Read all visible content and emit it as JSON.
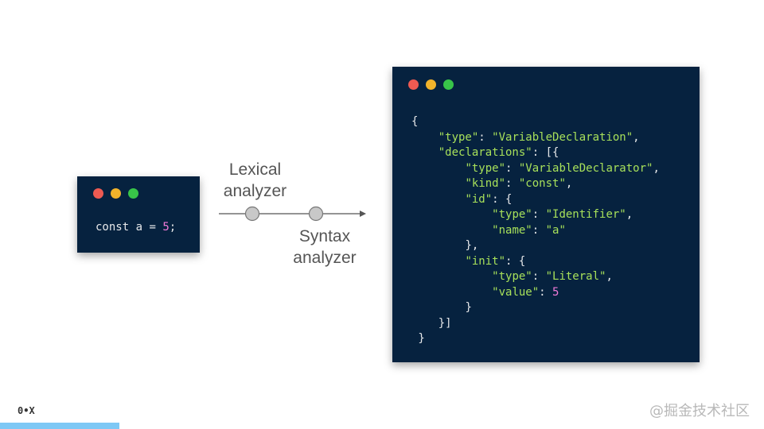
{
  "colors": {
    "window_bg": "#06223f",
    "dot_red": "#ed5a52",
    "dot_yellow": "#f1b32b",
    "dot_green": "#38c449",
    "code_default": "#e6e8ea",
    "code_keyword": "#e6e8ea",
    "code_number": "#f27ad9",
    "json_key": "#a7e05a",
    "json_string": "#a7e05a",
    "json_punct": "#e6e8ea",
    "arrow": "#555555",
    "node_fill": "#c8c8c8",
    "node_stroke": "#777777",
    "footer_bar": "#7ec8f5"
  },
  "source_window": {
    "code": {
      "keyword": "const",
      "identifier": "a",
      "operator": "=",
      "number": "5",
      "terminator": ";"
    }
  },
  "pipeline": {
    "stages": [
      {
        "label": "Lexical\nanalyzer"
      },
      {
        "label": "Syntax\nanalyzer"
      }
    ]
  },
  "ast_window": {
    "lines": [
      {
        "indent": 0,
        "tokens": [
          {
            "t": "{",
            "c": "json_punct"
          }
        ]
      },
      {
        "indent": 1,
        "tokens": [
          {
            "t": "\"type\"",
            "c": "json_key"
          },
          {
            "t": ": ",
            "c": "json_punct"
          },
          {
            "t": "\"VariableDeclaration\"",
            "c": "json_string"
          },
          {
            "t": ",",
            "c": "json_punct"
          }
        ]
      },
      {
        "indent": 1,
        "tokens": [
          {
            "t": "\"declarations\"",
            "c": "json_key"
          },
          {
            "t": ": [{",
            "c": "json_punct"
          }
        ]
      },
      {
        "indent": 2,
        "tokens": [
          {
            "t": "\"type\"",
            "c": "json_key"
          },
          {
            "t": ": ",
            "c": "json_punct"
          },
          {
            "t": "\"VariableDeclarator\"",
            "c": "json_string"
          },
          {
            "t": ",",
            "c": "json_punct"
          }
        ]
      },
      {
        "indent": 2,
        "tokens": [
          {
            "t": "\"kind\"",
            "c": "json_key"
          },
          {
            "t": ": ",
            "c": "json_punct"
          },
          {
            "t": "\"const\"",
            "c": "json_string"
          },
          {
            "t": ",",
            "c": "json_punct"
          }
        ]
      },
      {
        "indent": 2,
        "tokens": [
          {
            "t": "\"id\"",
            "c": "json_key"
          },
          {
            "t": ": {",
            "c": "json_punct"
          }
        ]
      },
      {
        "indent": 3,
        "tokens": [
          {
            "t": "\"type\"",
            "c": "json_key"
          },
          {
            "t": ": ",
            "c": "json_punct"
          },
          {
            "t": "\"Identifier\"",
            "c": "json_string"
          },
          {
            "t": ",",
            "c": "json_punct"
          }
        ]
      },
      {
        "indent": 3,
        "tokens": [
          {
            "t": "\"name\"",
            "c": "json_key"
          },
          {
            "t": ": ",
            "c": "json_punct"
          },
          {
            "t": "\"a\"",
            "c": "json_string"
          }
        ]
      },
      {
        "indent": 2,
        "tokens": [
          {
            "t": "},",
            "c": "json_punct"
          }
        ]
      },
      {
        "indent": 2,
        "tokens": [
          {
            "t": "\"init\"",
            "c": "json_key"
          },
          {
            "t": ": {",
            "c": "json_punct"
          }
        ]
      },
      {
        "indent": 3,
        "tokens": [
          {
            "t": "\"type\"",
            "c": "json_key"
          },
          {
            "t": ": ",
            "c": "json_punct"
          },
          {
            "t": "\"Literal\"",
            "c": "json_string"
          },
          {
            "t": ",",
            "c": "json_punct"
          }
        ]
      },
      {
        "indent": 3,
        "tokens": [
          {
            "t": "\"value\"",
            "c": "json_key"
          },
          {
            "t": ": ",
            "c": "json_punct"
          },
          {
            "t": "5",
            "c": "code_number"
          }
        ]
      },
      {
        "indent": 2,
        "tokens": [
          {
            "t": "}",
            "c": "json_punct"
          }
        ]
      },
      {
        "indent": 1,
        "tokens": [
          {
            "t": "}]",
            "c": "json_punct"
          }
        ]
      },
      {
        "indent": 0,
        "tokens": [
          {
            "t": " }",
            "c": "json_punct"
          }
        ]
      }
    ]
  },
  "footer": {
    "logo": "0•X",
    "watermark": "@掘金技术社区"
  }
}
